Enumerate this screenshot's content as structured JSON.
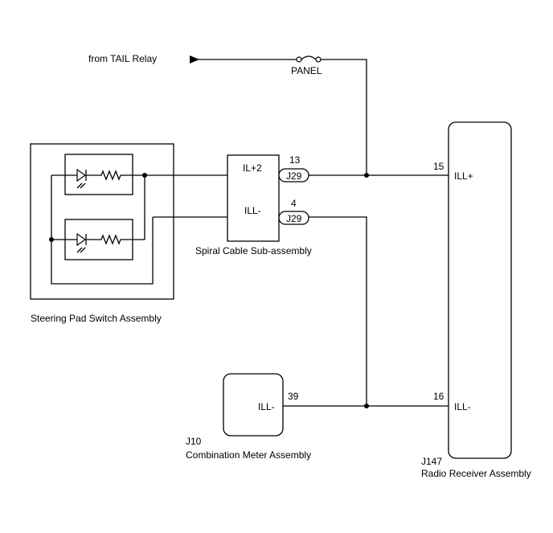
{
  "source": {
    "label": "from TAIL Relay"
  },
  "fuse": {
    "label": "PANEL"
  },
  "steering_pad": {
    "name": "Steering Pad Switch Assembly"
  },
  "spiral_cable": {
    "name": "Spiral Cable Sub-assembly",
    "pin_top": "IL+2",
    "pin_bottom": "ILL-",
    "conn_top": {
      "id": "J29",
      "pin": "13"
    },
    "conn_bottom": {
      "id": "J29",
      "pin": "4"
    }
  },
  "radio": {
    "code": "J147",
    "name": "Radio Receiver Assembly",
    "pin_top_num": "15",
    "pin_top_label": "ILL+",
    "pin_bottom_num": "16",
    "pin_bottom_label": "ILL-"
  },
  "meter": {
    "code": "J10",
    "name": "Combination Meter Assembly",
    "pin_num": "39",
    "pin_label": "ILL-"
  }
}
